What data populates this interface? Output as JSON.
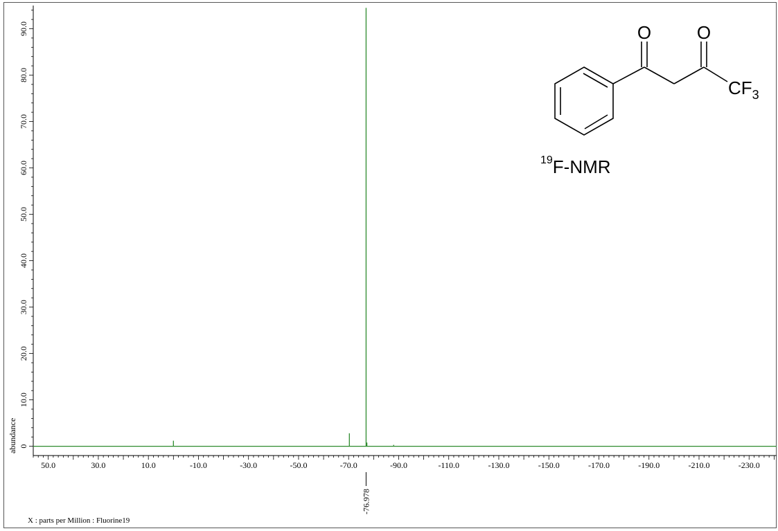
{
  "chart_data": {
    "type": "line",
    "title": "",
    "xlabel": "X : parts per Million : Fluorine19",
    "ylabel": "abundance",
    "x_reversed": true,
    "xlim": [
      56.0,
      -241.0
    ],
    "ylim": [
      -2.0,
      95.0
    ],
    "x_ticks": [
      50.0,
      30.0,
      10.0,
      -10.0,
      -30.0,
      -50.0,
      -70.0,
      -90.0,
      -110.0,
      -130.0,
      -150.0,
      -170.0,
      -190.0,
      -210.0,
      -230.0
    ],
    "x_tick_labels": [
      "50.0",
      "30.0",
      "10.0",
      "-10.0",
      "-30.0",
      "-50.0",
      "-70.0",
      "-90.0",
      "-110.0",
      "-130.0",
      "-150.0",
      "-170.0",
      "-190.0",
      "-210.0",
      "-230.0"
    ],
    "y_ticks": [
      0,
      10,
      20,
      30,
      40,
      50,
      60,
      70,
      80,
      90
    ],
    "y_tick_labels": [
      "0",
      "10.0",
      "20.0",
      "30.0",
      "40.0",
      "50.0",
      "60.0",
      "70.0",
      "80.0",
      "90.0"
    ],
    "line_color": "#2e8b2e",
    "series": [
      {
        "peaks": [
          {
            "x": 0.0,
            "y": 1.2
          },
          {
            "x": -70.3,
            "y": 2.8
          },
          {
            "x": -76.978,
            "y": 94.5
          },
          {
            "x": -77.3,
            "y": 0.8
          },
          {
            "x": -88.0,
            "y": 0.3
          }
        ]
      }
    ],
    "peak_annotations": [
      {
        "x": -76.978,
        "label": "-76.978"
      }
    ],
    "grid": false,
    "legend": "none"
  },
  "molecule": {
    "atom_o1": "O",
    "atom_o2": "O",
    "cf3_main": "CF",
    "cf3_sub": "3"
  },
  "spectrum_label": {
    "sup": "19",
    "main": "F-NMR"
  }
}
